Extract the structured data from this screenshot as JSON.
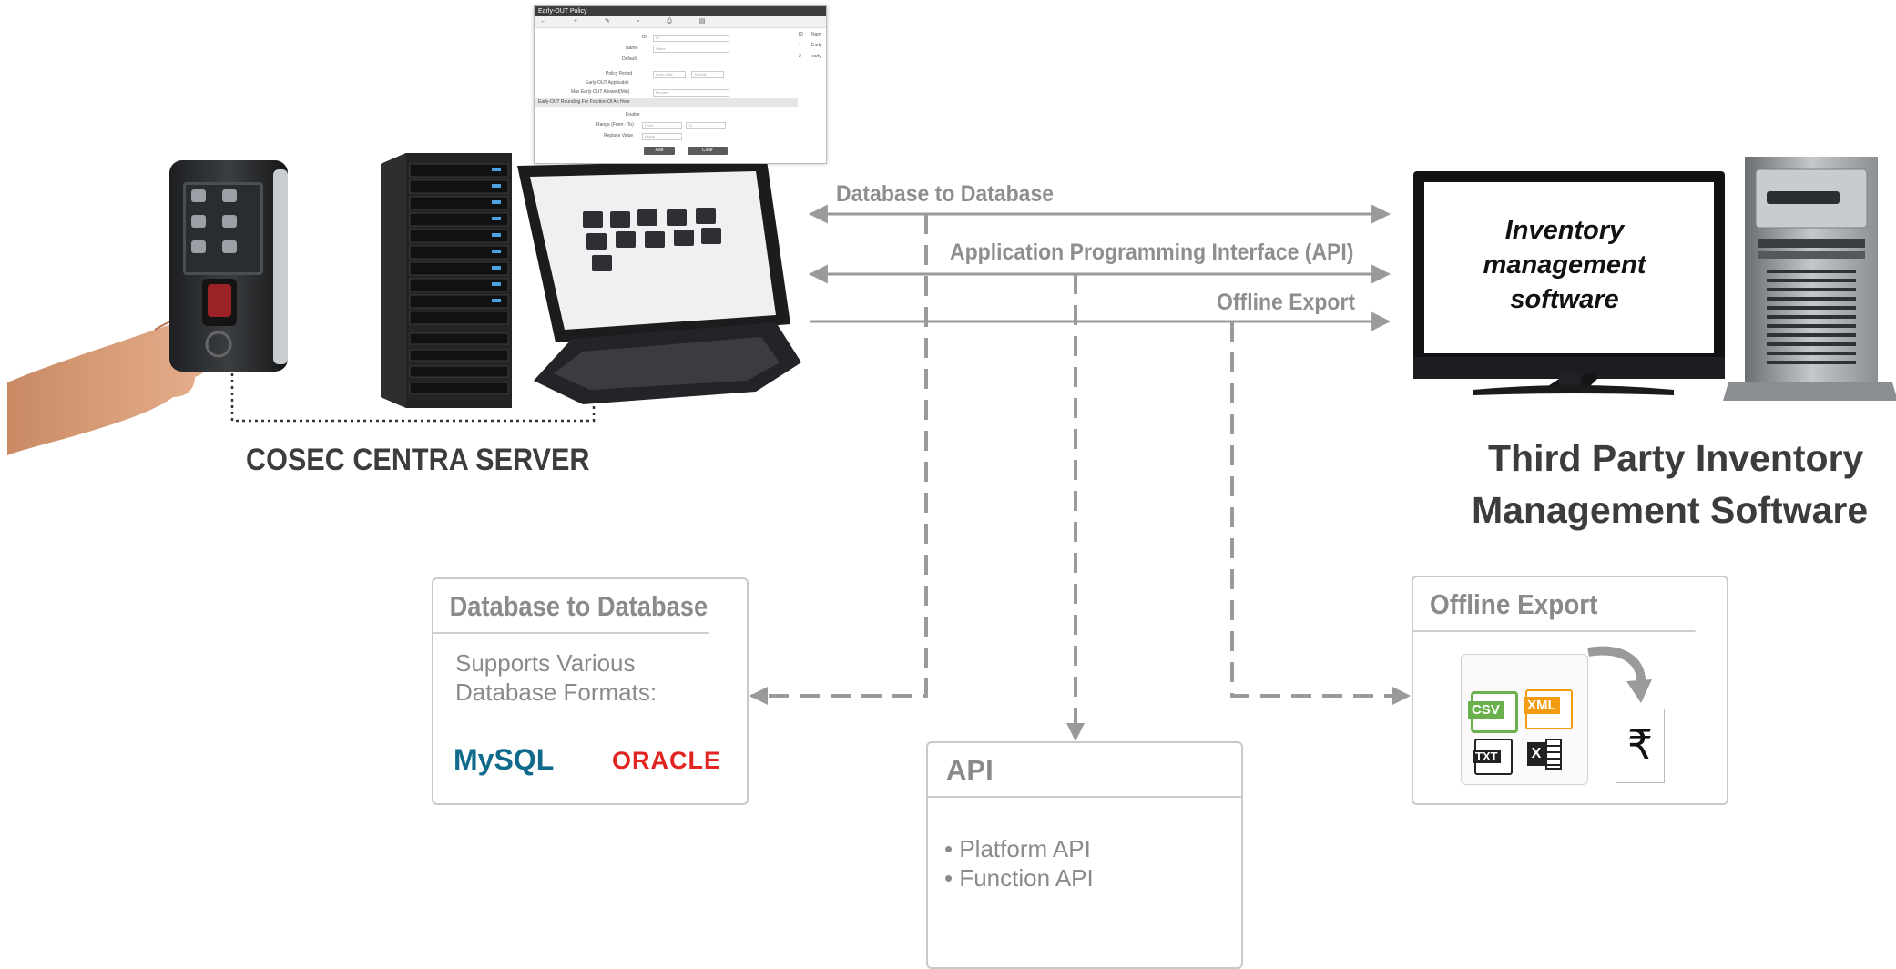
{
  "connections": {
    "db_to_db": "Database to Database",
    "api": "Application Programming Interface (API)",
    "offline": "Offline Export"
  },
  "left": {
    "caption": "COSEC CENTRA SERVER"
  },
  "right": {
    "monitor_text": [
      "Inventory",
      "management",
      "software"
    ],
    "caption_line1": "Third Party Inventory",
    "caption_line2": "Management Software"
  },
  "boxes": {
    "db": {
      "title": "Database to Database",
      "line1": "Supports Various",
      "line2": "Database Formats:",
      "mysql": "MySQL",
      "oracle": "ORACLE"
    },
    "api": {
      "title": "API",
      "item1": "Platform API",
      "item2": "Function API"
    },
    "offline": {
      "title": "Offline Export",
      "csv": "CSV",
      "xml": "XML",
      "txt": "TXT",
      "currency": "₹"
    }
  },
  "mini_ui": {
    "title": "Early-OUT Policy",
    "toolbar": "← + ✎ ▫ ⎙ ▤",
    "labels": [
      "ID",
      "Name",
      "Default",
      "Policy Period",
      "Early-OUT Applicable",
      "Max Early-OUT Allowed(Min)",
      "Enable",
      "Range (From - To)",
      "Replace Value"
    ],
    "placeholders": [
      "ID",
      "Name",
      "From Date",
      "To Date",
      "Minutes",
      "From",
      "To",
      "Actual"
    ],
    "section": "Early-OUT Rounding For Fraction Of An Hour",
    "add_button": "Add",
    "clear_button": "Clear",
    "side_list": [
      "ID",
      "Nam",
      "1",
      "Early",
      "2",
      "early"
    ]
  },
  "colors": {
    "arrow": "#9a9a9a",
    "box_border": "#c9c9c9",
    "label_gray": "#8e8e8e",
    "caption_dark": "#3c3c3c",
    "mysql_blue": "#0f6a8c",
    "oracle_red": "#e1241f",
    "csv_green": "#6ab04c",
    "xml_orange": "#f39c12"
  }
}
